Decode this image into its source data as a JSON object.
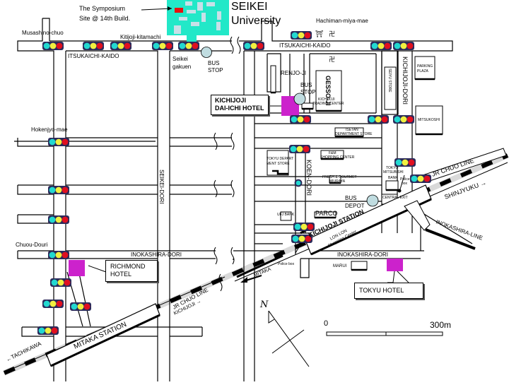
{
  "map": {
    "title": "SEIKEI University",
    "university_line1": "SEIKEI",
    "university_line2": "University",
    "symposium_line1": "The Symposium",
    "symposium_line2": "Site @ 14th Build.",
    "colors": {
      "campus": "#22E8C8",
      "building": "#C8E0E8",
      "symposium_building": "#E81010",
      "hotel": "#CC22CC",
      "bus_stop": "#C0DCE0",
      "signal_cyan": "#22D8D0",
      "signal_yellow": "#F0F040",
      "signal_red": "#E01020",
      "signal_frame": "#2A2A5A"
    },
    "intersections": {
      "musashino_chuo": "Musashino-chuo",
      "kitijoji_kitamachi": "Kitijoji-kitamachi",
      "hachiman_miya_mae": "Hachiman-miya-mae",
      "hokenjyo_mae": "Hokenjyo-mae",
      "chuou_douri": "Chuou-Douri"
    },
    "roads": {
      "itsukaichi_kaido_west": "ITSUKAICHI-KAIDO",
      "itsukaichi_kaido_east": "ITSUKAICHI-KAIDO",
      "seikei_dori": "SEIKEI-DORI",
      "koen_dori": "KOEN-DORI",
      "kichijoji_dori": "KICHIJOJI-DORI",
      "inokashira_dori_west": "INOKASHIRA-DORI",
      "inokashira_dori_east": "INOKASHIRA-DORI"
    },
    "stops": {
      "seikei_gakuen_1": "Seikei",
      "seikei_gakuen_2": "gakuen",
      "bus_stop_1_a": "BUS",
      "bus_stop_1_b": "STOP",
      "bus_stop_2_a": "BUS",
      "bus_stop_2_b": "STOP",
      "bus_depot_a": "BUS",
      "bus_depot_b": "DEPOT"
    },
    "landmarks": {
      "renjo_ji": "RENJO-JI",
      "gesso_ji": "GESSO-JI",
      "seiyu_store": "SEIYU STORE",
      "parking_plaza_1": "PARKING",
      "parking_plaza_2": "PLAZA",
      "mitsukoshi": "MITSUKOSHI",
      "kichijoji_trading_1": "KICHIJOJI",
      "kichijoji_trading_2": "TRADING CENTER",
      "isetan_1": "ISETAN",
      "isetan_2": "DEPARTMENT STORE",
      "tokyu_dept_1": "TOKYU DEPART",
      "tokyu_dept_2": "MENT STORE",
      "fm_1": "F&M",
      "fm_2": "SHOPPING CENTER",
      "fresh_1": "FRESH & GOURMET",
      "fresh_2": "MIURAYA",
      "tokyo_mitsubishi_1": "TOKYO",
      "tokyo_mitsubishi_2": "MITSUBISHI",
      "tokyo_mitsubishi_3": "BANK",
      "police_box_1": "Police",
      "police_box_2": "box",
      "police_box_mitaka": "Police box",
      "ufj_bank": "UFJ BANK",
      "parco": "PARCO",
      "lon_lon_1": "LON LON",
      "lon_lon_2": "Shopping Center",
      "marui": "MARUI",
      "central_exit": "CENTRAL EXIT"
    },
    "hotels": {
      "daiichi_line1": "KICHIJOJI",
      "daiichi_line2": "DAI-ICHI HOTEL",
      "richmond_line1": "RICHMOND",
      "richmond_line2": "HOTEL",
      "tokyu": "TOKYU HOTEL"
    },
    "rail": {
      "kichijoji_station": "KICHIJOJI STATION",
      "mitaka_station": "MITAKA STATION",
      "jr_chuo_line_east": "JR CHUO LINE",
      "jr_chuo_line_west": "JR CHUO LINE",
      "shinjuku": "SHINJYUKU →",
      "kichijoji_dir": "KICHIJOJI →",
      "tachikawa": "←TACHIKAWA",
      "mitaka_dir": "MITAKA",
      "inokashira_line": "INOKASHIRA-LINE"
    },
    "compass": {
      "north": "N"
    },
    "scale": {
      "start": "0",
      "end": "300m"
    },
    "symbols": {
      "shrine": "⛩",
      "temple": "卍"
    }
  }
}
